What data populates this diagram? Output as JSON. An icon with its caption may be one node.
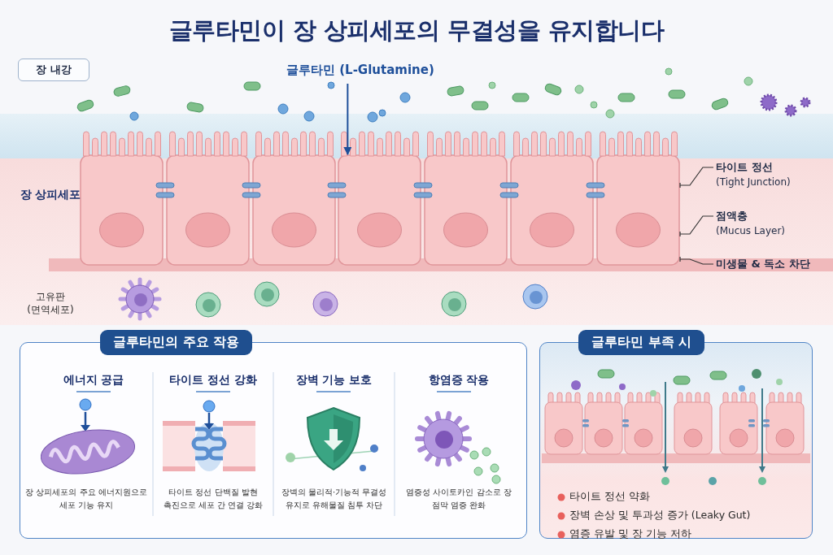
{
  "diagram": {
    "title": "글루타민이 장 상피세포의 무결성을 유지합니다",
    "nodes": [
      {
        "text": [
          "장 내강"
        ]
      },
      {
        "text": [
          "글루타민 (L-Glutamine)"
        ]
      },
      {
        "text": [],
        "shape": "box"
      },
      {
        "text": [],
        "shape": "box"
      },
      {
        "text": [],
        "shape": "box"
      },
      {
        "text": [],
        "shape": "box"
      },
      {
        "text": [],
        "shape": "box"
      },
      {
        "text": [],
        "shape": "box"
      },
      {
        "text": [],
        "shape": "box"
      },
      {
        "text": [
          "타이트 정선",
          "(Tight Junction)"
        ]
      },
      {
        "text": [
          "점액층",
          "(Mucus Layer)"
        ]
      },
      {
        "text": [
          "미생물 & 독소 차단"
        ]
      },
      {
        "text": [
          "글루타민의 주요 작용"
        ]
      },
      {
        "text": [
          "글루타민 부족 시"
        ]
      }
    ],
    "edges": [
      {
        "from": 1,
        "to": 5,
        "arrow": "to",
        "color": "#1e4f9a"
      },
      {
        "from": 9,
        "to": 8,
        "arrow": "other"
      },
      {
        "from": 10,
        "to": 8,
        "arrow": "other"
      },
      {
        "from": 11,
        "to": 8,
        "arrow": "other"
      }
    ],
    "labels": [
      "장 상피세포",
      "고유판 (면역세포)",
      "에너지 공급",
      "장 상피세포의 주요 에너지원으로 세포 기능 유지",
      "타이트 정선 강화",
      "타이트 정선 단백질 발현 촉진으로 세포 간 연결 강화",
      "장벽 기능 보호",
      "장벽의 물리적·기능적 무결성 유지로 유해물질 침투 차단",
      "항염증 작용",
      "염증성 사이토카인 감소로 장 점막 염증 완화",
      "타이트 정선 약화",
      "장벽 손상 및 투과성 증가 (Leaky Gut)",
      "염증 유발 및 장 기능 저하"
    ]
  }
}
